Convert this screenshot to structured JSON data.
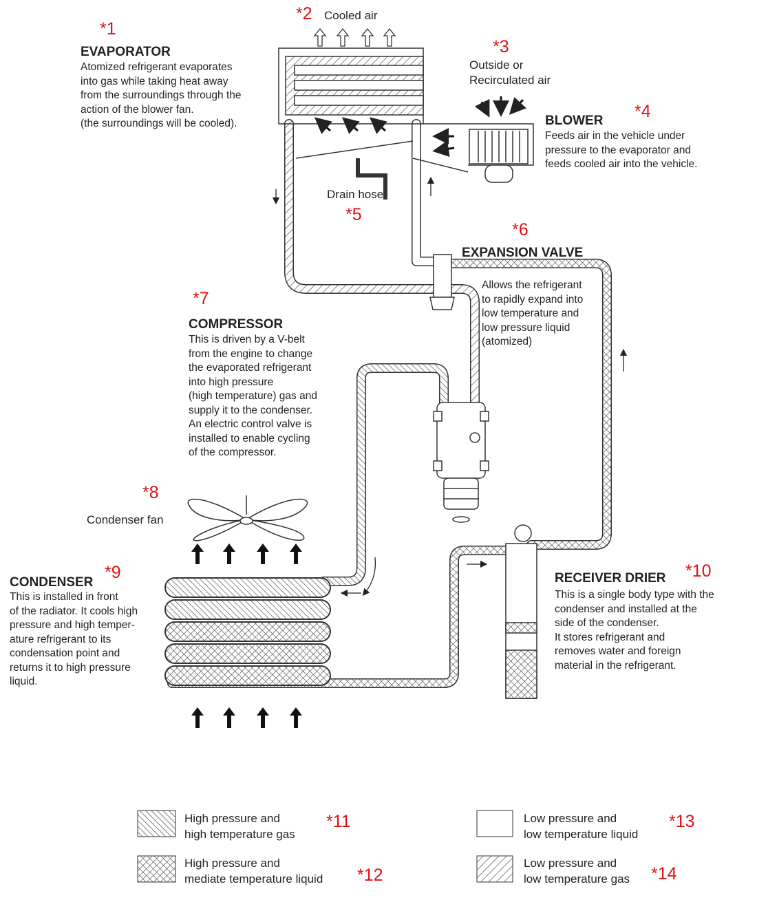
{
  "markers": [
    "*1",
    "*2",
    "*3",
    "*4",
    "*5",
    "*6",
    "*7",
    "*8",
    "*9",
    "*10",
    "*11",
    "*12",
    "*13",
    "*14"
  ],
  "evaporator": {
    "title": "EVAPORATOR",
    "text": "Atomized refrigerant evaporates\ninto gas while taking heat away\nfrom the surroundings through the\naction of the blower fan.\n(the surroundings will be cooled)."
  },
  "cooled_air": "Cooled air",
  "outside_air": "Outside or\nRecirculated air",
  "blower": {
    "title": "BLOWER",
    "text": "Feeds air in the vehicle under\npressure to the evaporator and\nfeeds cooled air into the vehicle."
  },
  "drain_hose": "Drain hose",
  "expansion_valve": {
    "title": "EXPANSION VALVE",
    "text": "Allows the refrigerant\nto rapidly expand into\nlow temperature and\nlow pressure liquid\n(atomized)"
  },
  "compressor": {
    "title": "COMPRESSOR",
    "text": "This is driven by a V-belt\nfrom the engine to change\nthe evaporated refrigerant\ninto high pressure\n(high temperature) gas and\nsupply it to the condenser.\nAn electric control valve is\ninstalled to enable cycling\nof the compressor."
  },
  "condenser_fan": "Condenser fan",
  "condenser": {
    "title": "CONDENSER",
    "text": "This is installed in front\nof the radiator. It cools high\npressure and high temper-\nature refrigerant to its\ncondensation point and\nreturns it to high pressure\nliquid."
  },
  "receiver_drier": {
    "title": "RECEIVER DRIER",
    "text": "This is a single body type with the\ncondenser and installed at the\nside of the condenser.\nIt stores refrigerant and\nremoves water and foreign\nmaterial in the refrigerant."
  },
  "legend": [
    {
      "label": "High pressure and\nhigh temperature gas",
      "pattern": "back-hatch"
    },
    {
      "label": "High pressure and\nmediate temperature liquid",
      "pattern": "cross-hatch"
    },
    {
      "label": "Low pressure and\nlow temperature liquid",
      "pattern": "blank"
    },
    {
      "label": "Low pressure and\nlow temperature gas",
      "pattern": "forward-hatch"
    }
  ],
  "colors": {
    "marker": "#e01010",
    "line": "#333333"
  }
}
